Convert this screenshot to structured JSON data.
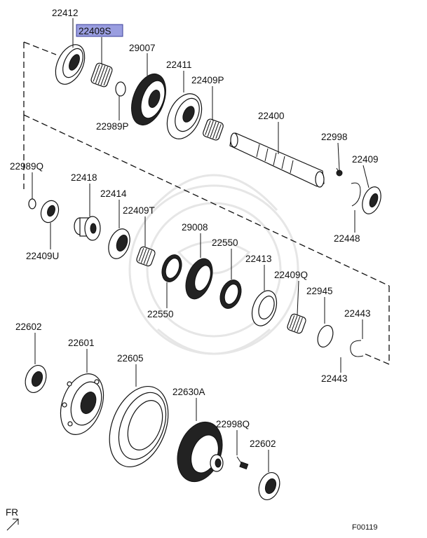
{
  "diagram": {
    "figure_code": "F00119",
    "front_indicator": "FR",
    "highlighted_part": "22409S",
    "labels": [
      {
        "id": "22412",
        "text": "22412"
      },
      {
        "id": "22409S",
        "text": "22409S"
      },
      {
        "id": "29007",
        "text": "29007"
      },
      {
        "id": "22411",
        "text": "22411"
      },
      {
        "id": "22409P",
        "text": "22409P"
      },
      {
        "id": "22989P",
        "text": "22989P"
      },
      {
        "id": "22400",
        "text": "22400"
      },
      {
        "id": "22998",
        "text": "22998"
      },
      {
        "id": "22409",
        "text": "22409"
      },
      {
        "id": "22448",
        "text": "22448"
      },
      {
        "id": "22989Q",
        "text": "22989Q"
      },
      {
        "id": "22418",
        "text": "22418"
      },
      {
        "id": "22414",
        "text": "22414"
      },
      {
        "id": "22409T",
        "text": "22409T"
      },
      {
        "id": "29008",
        "text": "29008"
      },
      {
        "id": "22550a",
        "text": "22550"
      },
      {
        "id": "22550b",
        "text": "22550"
      },
      {
        "id": "22413",
        "text": "22413"
      },
      {
        "id": "22409Q",
        "text": "22409Q"
      },
      {
        "id": "22945",
        "text": "22945"
      },
      {
        "id": "22443a",
        "text": "22443"
      },
      {
        "id": "22443b",
        "text": "22443"
      },
      {
        "id": "22409U",
        "text": "22409U"
      },
      {
        "id": "22602a",
        "text": "22602"
      },
      {
        "id": "22601",
        "text": "22601"
      },
      {
        "id": "22605",
        "text": "22605"
      },
      {
        "id": "22630A",
        "text": "22630A"
      },
      {
        "id": "22998Q",
        "text": "22998Q"
      },
      {
        "id": "22602b",
        "text": "22602"
      }
    ]
  }
}
